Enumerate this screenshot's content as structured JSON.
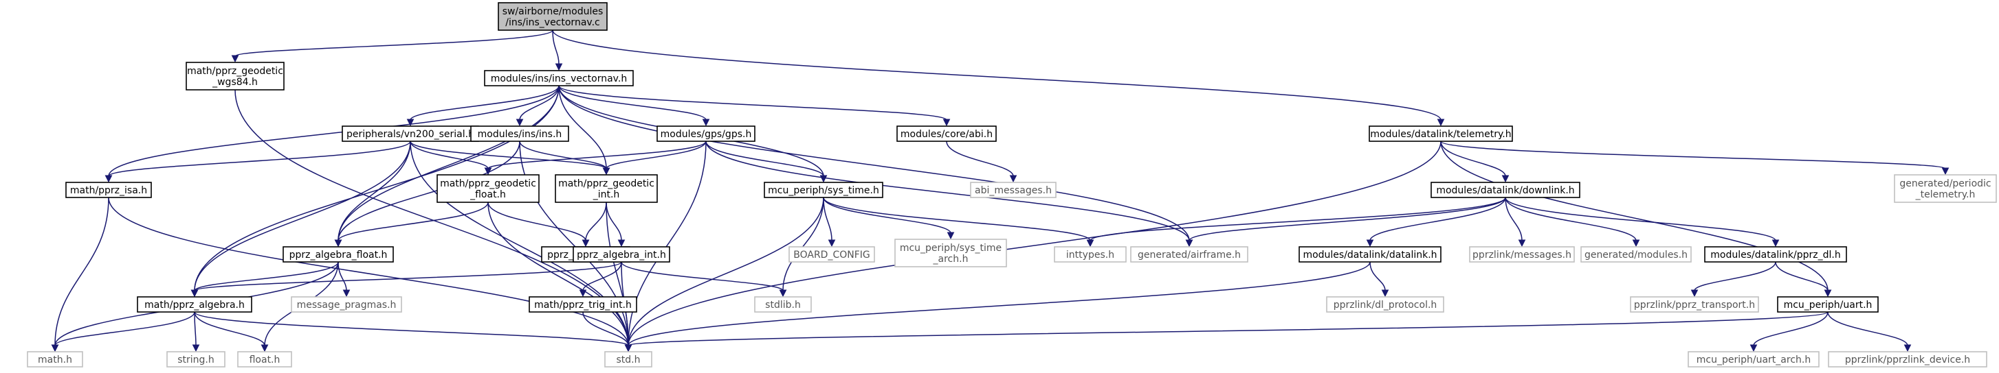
{
  "graph": {
    "nodes": [
      {
        "id": "ins_vectornav_c",
        "lines": [
          "sw/airborne/modules",
          "/ins/ins_vectornav.c"
        ],
        "style": "root"
      },
      {
        "id": "pprz_geodetic_wgs84",
        "lines": [
          "math/pprz_geodetic",
          "_wgs84.h"
        ],
        "style": "primary"
      },
      {
        "id": "ins_vectornav_h",
        "lines": [
          "modules/ins/ins_vectornav.h"
        ],
        "style": "primary"
      },
      {
        "id": "telemetry_h",
        "lines": [
          "modules/datalink/telemetry.h"
        ],
        "style": "primary"
      },
      {
        "id": "vn200_serial_h",
        "lines": [
          "peripherals/vn200_serial.h"
        ],
        "style": "primary"
      },
      {
        "id": "ins_h",
        "lines": [
          "modules/ins/ins.h"
        ],
        "style": "primary"
      },
      {
        "id": "gps_h",
        "lines": [
          "modules/gps/gps.h"
        ],
        "style": "primary"
      },
      {
        "id": "abi_h",
        "lines": [
          "modules/core/abi.h"
        ],
        "style": "primary"
      },
      {
        "id": "abi_messages_h",
        "lines": [
          "abi_messages.h"
        ],
        "style": "external"
      },
      {
        "id": "pprz_isa_h",
        "lines": [
          "math/pprz_isa.h"
        ],
        "style": "primary"
      },
      {
        "id": "pprz_geodetic_float_h",
        "lines": [
          "math/pprz_geodetic",
          "_float.h"
        ],
        "style": "primary"
      },
      {
        "id": "pprz_geodetic_int_h",
        "lines": [
          "math/pprz_geodetic",
          "_int.h"
        ],
        "style": "primary"
      },
      {
        "id": "sys_time_h",
        "lines": [
          "mcu_periph/sys_time.h"
        ],
        "style": "primary"
      },
      {
        "id": "downlink_h",
        "lines": [
          "modules/datalink/downlink.h"
        ],
        "style": "primary"
      },
      {
        "id": "periodic_telemetry_h",
        "lines": [
          "generated/periodic",
          "_telemetry.h"
        ],
        "style": "external"
      },
      {
        "id": "pprz_algebra_float_h",
        "lines": [
          "pprz_algebra_float.h"
        ],
        "style": "primary"
      },
      {
        "id": "pprz_geodetic_h",
        "lines": [
          "pprz_geodetic.h"
        ],
        "style": "primary"
      },
      {
        "id": "pprz_algebra_int_h",
        "lines": [
          "pprz_algebra_int.h"
        ],
        "style": "primary"
      },
      {
        "id": "board_config",
        "lines": [
          "BOARD_CONFIG"
        ],
        "style": "external"
      },
      {
        "id": "sys_time_arch_h",
        "lines": [
          "mcu_periph/sys_time",
          "_arch.h"
        ],
        "style": "external"
      },
      {
        "id": "inttypes_h",
        "lines": [
          "inttypes.h"
        ],
        "style": "external"
      },
      {
        "id": "airframe_h",
        "lines": [
          "generated/airframe.h"
        ],
        "style": "external"
      },
      {
        "id": "datalink_h",
        "lines": [
          "modules/datalink/datalink.h"
        ],
        "style": "primary"
      },
      {
        "id": "pprzlink_messages_h",
        "lines": [
          "pprzlink/messages.h"
        ],
        "style": "external"
      },
      {
        "id": "generated_modules_h",
        "lines": [
          "generated/modules.h"
        ],
        "style": "external"
      },
      {
        "id": "pprz_dl_h",
        "lines": [
          "modules/datalink/pprz_dl.h"
        ],
        "style": "primary"
      },
      {
        "id": "pprz_algebra_h",
        "lines": [
          "math/pprz_algebra.h"
        ],
        "style": "primary"
      },
      {
        "id": "message_pragmas_h",
        "lines": [
          "message_pragmas.h"
        ],
        "style": "external"
      },
      {
        "id": "stdlib_h",
        "lines": [
          "stdlib.h"
        ],
        "style": "external"
      },
      {
        "id": "pprz_trig_int_h",
        "lines": [
          "math/pprz_trig_int.h"
        ],
        "style": "primary"
      },
      {
        "id": "dl_protocol_h",
        "lines": [
          "pprzlink/dl_protocol.h"
        ],
        "style": "external"
      },
      {
        "id": "pprz_transport_h",
        "lines": [
          "pprzlink/pprz_transport.h"
        ],
        "style": "external"
      },
      {
        "id": "uart_h",
        "lines": [
          "mcu_periph/uart.h"
        ],
        "style": "primary"
      },
      {
        "id": "math_h",
        "lines": [
          "math.h"
        ],
        "style": "external"
      },
      {
        "id": "string_h",
        "lines": [
          "string.h"
        ],
        "style": "external"
      },
      {
        "id": "float_h",
        "lines": [
          "float.h"
        ],
        "style": "external"
      },
      {
        "id": "std_h",
        "lines": [
          "std.h"
        ],
        "style": "external"
      },
      {
        "id": "uart_arch_h",
        "lines": [
          "mcu_periph/uart_arch.h"
        ],
        "style": "external"
      },
      {
        "id": "pprzlink_device_h",
        "lines": [
          "pprzlink/pprzlink_device.h"
        ],
        "style": "external"
      }
    ],
    "edges": [
      [
        "ins_vectornav_c",
        "pprz_geodetic_wgs84"
      ],
      [
        "ins_vectornav_c",
        "ins_vectornav_h"
      ],
      [
        "ins_vectornav_c",
        "telemetry_h"
      ],
      [
        "pprz_geodetic_wgs84",
        "std_h"
      ],
      [
        "ins_vectornav_h",
        "vn200_serial_h"
      ],
      [
        "ins_vectornav_h",
        "ins_h"
      ],
      [
        "ins_vectornav_h",
        "gps_h"
      ],
      [
        "ins_vectornav_h",
        "abi_h"
      ],
      [
        "ins_vectornav_h",
        "pprz_isa_h"
      ],
      [
        "ins_vectornav_h",
        "pprz_algebra_float_h"
      ],
      [
        "ins_vectornav_h",
        "pprz_geodetic_int_h"
      ],
      [
        "ins_vectornav_h",
        "sys_time_h"
      ],
      [
        "ins_vectornav_h",
        "airframe_h"
      ],
      [
        "ins_vectornav_h",
        "pprz_algebra_h"
      ],
      [
        "abi_h",
        "abi_messages_h"
      ],
      [
        "vn200_serial_h",
        "pprz_isa_h"
      ],
      [
        "vn200_serial_h",
        "pprz_geodetic_float_h"
      ],
      [
        "vn200_serial_h",
        "pprz_geodetic_int_h"
      ],
      [
        "vn200_serial_h",
        "pprz_algebra_float_h"
      ],
      [
        "vn200_serial_h",
        "pprz_algebra_h"
      ],
      [
        "vn200_serial_h",
        "std_h"
      ],
      [
        "ins_h",
        "pprz_geodetic_int_h"
      ],
      [
        "ins_h",
        "pprz_algebra_float_h"
      ],
      [
        "ins_h",
        "std_h"
      ],
      [
        "gps_h",
        "pprz_geodetic_float_h"
      ],
      [
        "gps_h",
        "pprz_geodetic_int_h"
      ],
      [
        "gps_h",
        "sys_time_h"
      ],
      [
        "gps_h",
        "airframe_h"
      ],
      [
        "gps_h",
        "std_h"
      ],
      [
        "pprz_isa_h",
        "math_h"
      ],
      [
        "pprz_isa_h",
        "std_h"
      ],
      [
        "pprz_geodetic_float_h",
        "pprz_geodetic_h"
      ],
      [
        "pprz_geodetic_float_h",
        "pprz_algebra_float_h"
      ],
      [
        "pprz_geodetic_float_h",
        "std_h"
      ],
      [
        "pprz_geodetic_int_h",
        "pprz_geodetic_h"
      ],
      [
        "pprz_geodetic_int_h",
        "pprz_algebra_int_h"
      ],
      [
        "pprz_geodetic_int_h",
        "std_h"
      ],
      [
        "pprz_algebra_float_h",
        "pprz_algebra_h"
      ],
      [
        "pprz_algebra_float_h",
        "message_pragmas_h"
      ],
      [
        "pprz_algebra_float_h",
        "math_h"
      ],
      [
        "pprz_algebra_float_h",
        "float_h"
      ],
      [
        "pprz_algebra_int_h",
        "pprz_algebra_h"
      ],
      [
        "pprz_algebra_int_h",
        "pprz_trig_int_h"
      ],
      [
        "pprz_algebra_int_h",
        "stdlib_h"
      ],
      [
        "pprz_algebra_int_h",
        "std_h"
      ],
      [
        "pprz_trig_int_h",
        "std_h"
      ],
      [
        "pprz_algebra_h",
        "math_h"
      ],
      [
        "pprz_algebra_h",
        "string_h"
      ],
      [
        "pprz_algebra_h",
        "float_h"
      ],
      [
        "pprz_algebra_h",
        "std_h"
      ],
      [
        "sys_time_h",
        "board_config"
      ],
      [
        "sys_time_h",
        "sys_time_arch_h"
      ],
      [
        "sys_time_h",
        "stdlib_h"
      ],
      [
        "sys_time_h",
        "inttypes_h"
      ],
      [
        "sys_time_h",
        "std_h"
      ],
      [
        "telemetry_h",
        "downlink_h"
      ],
      [
        "telemetry_h",
        "periodic_telemetry_h"
      ],
      [
        "telemetry_h",
        "uart_h"
      ],
      [
        "telemetry_h",
        "std_h"
      ],
      [
        "downlink_h",
        "inttypes_h"
      ],
      [
        "downlink_h",
        "airframe_h"
      ],
      [
        "downlink_h",
        "datalink_h"
      ],
      [
        "downlink_h",
        "pprzlink_messages_h"
      ],
      [
        "downlink_h",
        "generated_modules_h"
      ],
      [
        "downlink_h",
        "pprz_dl_h"
      ],
      [
        "datalink_h",
        "dl_protocol_h"
      ],
      [
        "datalink_h",
        "std_h"
      ],
      [
        "pprz_dl_h",
        "pprz_transport_h"
      ],
      [
        "pprz_dl_h",
        "uart_h"
      ],
      [
        "uart_h",
        "uart_arch_h"
      ],
      [
        "uart_h",
        "pprzlink_device_h"
      ],
      [
        "uart_h",
        "std_h"
      ]
    ]
  }
}
